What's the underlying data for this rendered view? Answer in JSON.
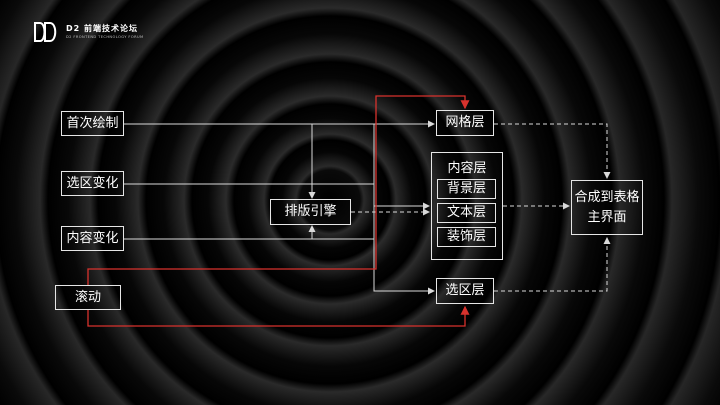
{
  "logo": {
    "title": "D2 前端技术论坛",
    "subtitle": "D2 FRONTEND TECHNOLOGY FORUM",
    "mark_icon": "d2-logo-icon"
  },
  "nodes": {
    "first_draw": "首次绘制",
    "selection_change": "选区变化",
    "content_change": "内容变化",
    "scroll": "滚动",
    "layout_engine": "排版引擎",
    "grid_layer": "网格层",
    "content_layer": "内容层",
    "background_layer": "背景层",
    "text_layer": "文本层",
    "decoration_layer": "装饰层",
    "selection_layer": "选区层",
    "composite_line1": "合成到表格",
    "composite_line2": "主界面"
  },
  "colors": {
    "line": "#d9d9d9",
    "accent": "#d8322d",
    "box_border": "#e6e6e6"
  }
}
